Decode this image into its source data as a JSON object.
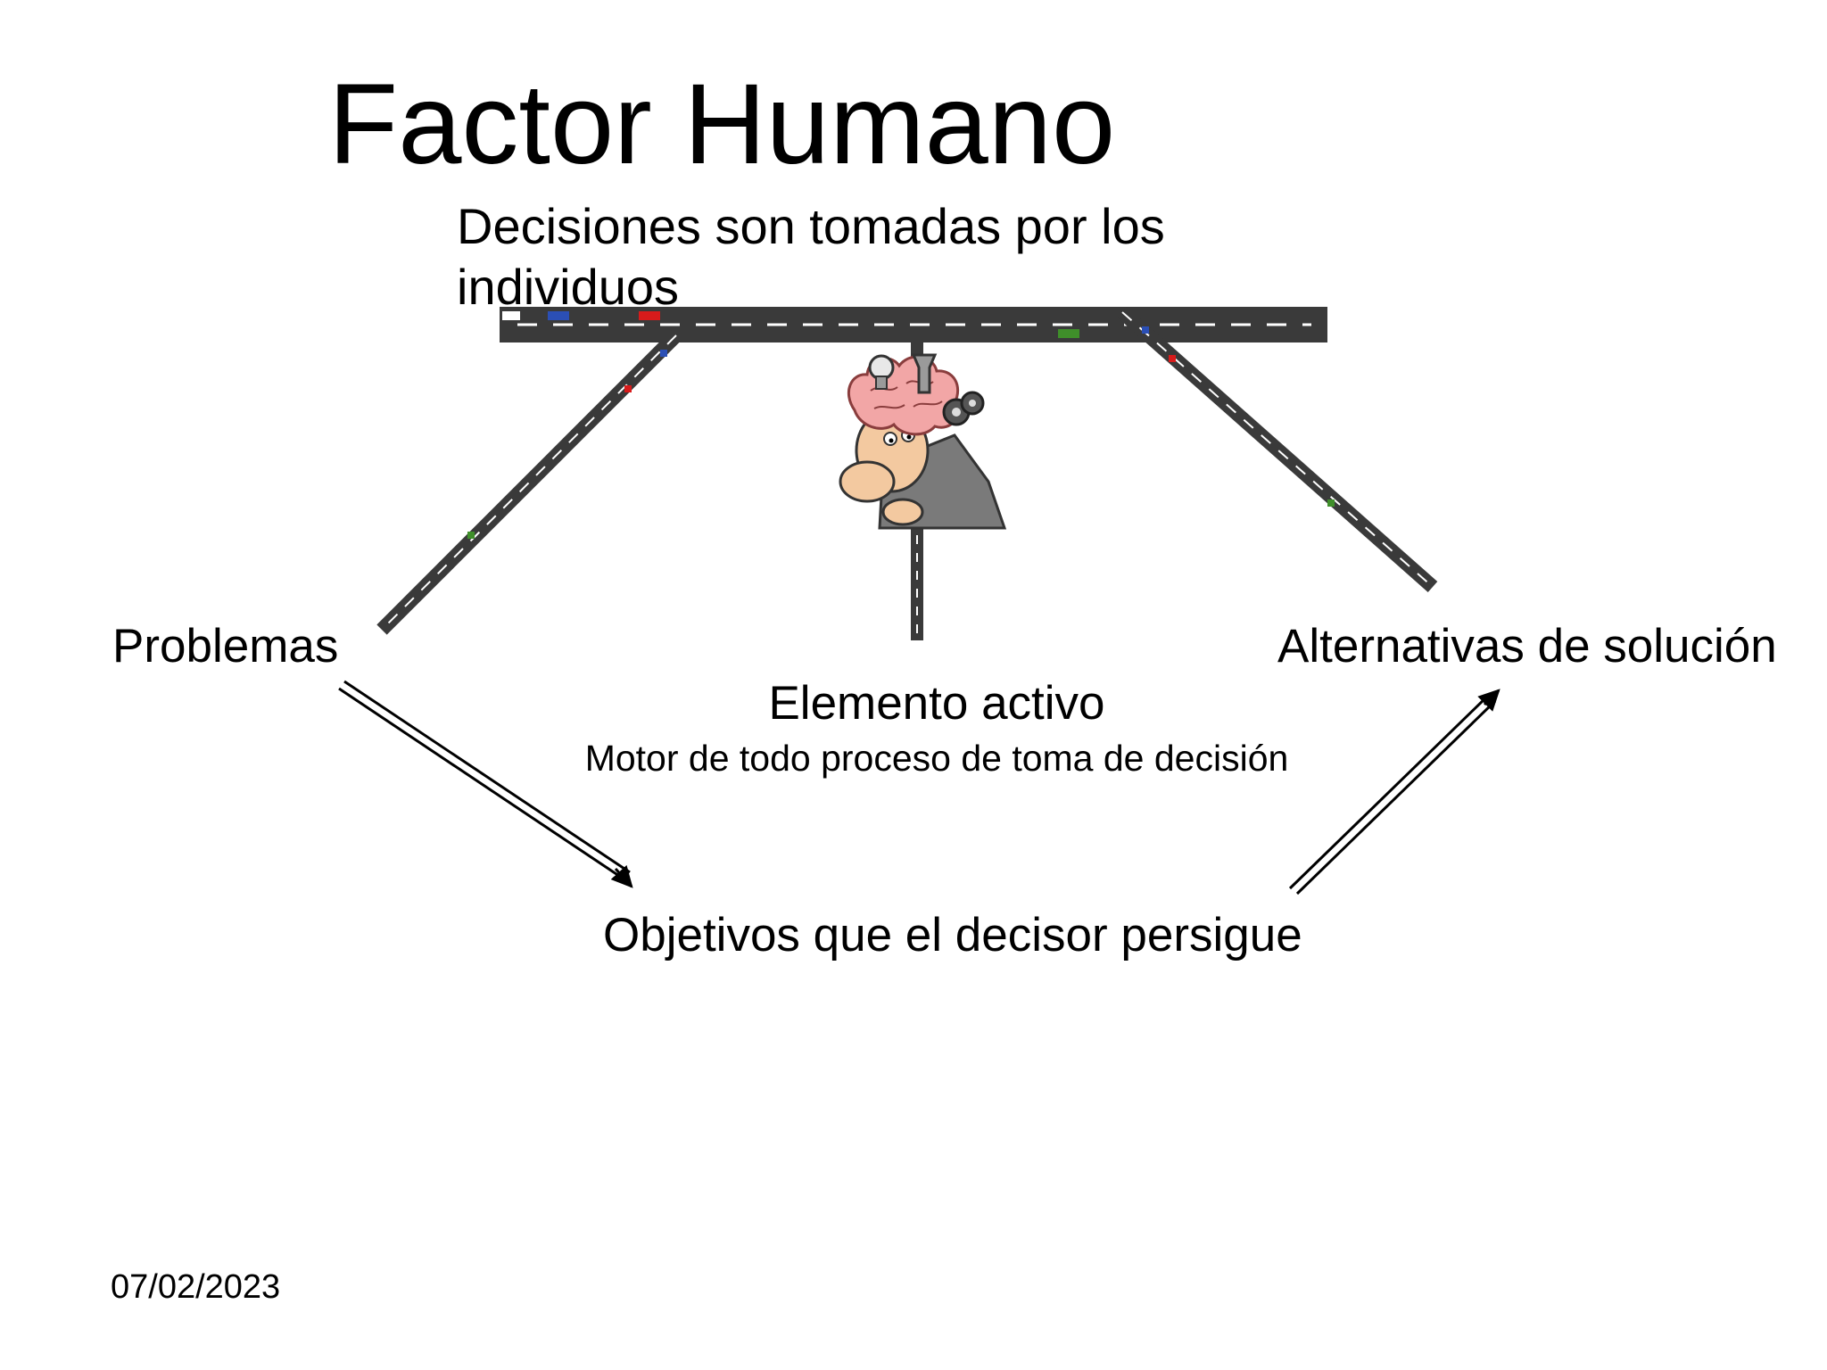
{
  "slide": {
    "title": "Factor Humano",
    "subtitle": "Decisiones son tomadas por los individuos",
    "labels": {
      "problemas": "Problemas",
      "alternativas": "Alternativas de solución",
      "elemento_activo": "Elemento activo",
      "motor": "Motor de todo proceso de toma de decisión",
      "objetivos": "Objetivos que el decisor persigue"
    },
    "date": "07/02/2023"
  },
  "colors": {
    "road": "#3a3a3a",
    "lane": "#ffffff",
    "brain": "#f2a6a6",
    "skin": "#f3c9a0",
    "coat": "#7a7a7a"
  },
  "icons": {
    "figure": "thinking-man-icon",
    "bulb": "lightbulb-icon",
    "gears": "gears-icon"
  }
}
